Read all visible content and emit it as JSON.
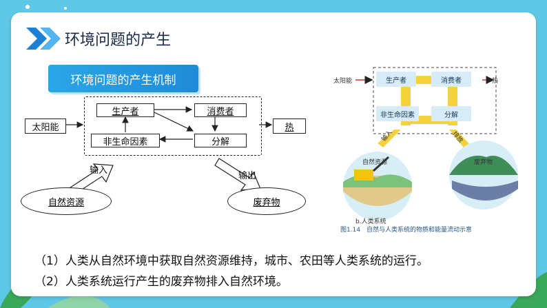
{
  "header": {
    "title": "环境问题的产生",
    "subtitle": "环境问题的产生机制"
  },
  "diagram": {
    "sun": "太阳能",
    "producer": "生产者",
    "consumer": "消费者",
    "abiotic": "非生命因素",
    "decomposer": "分解",
    "heat": "热",
    "input_label": "输入",
    "output_label": "输出",
    "natural_resources": "自然资源",
    "waste": "废弃物"
  },
  "figure": {
    "sun": "太阳能",
    "producer": "生产者",
    "consumer": "消费者",
    "abiotic": "非生命因素",
    "decomposer": "分解",
    "heat": "热",
    "input_tag": "输入",
    "output_tag": "排放",
    "natural_resources": "自然资源",
    "waste": "废弃物",
    "sub_caption": "b.人类系统",
    "caption": "图1.14　自然与人类系统的物质和能量流动示意"
  },
  "body": {
    "line1": "（1）人类从自然环境中获取自然资源维持，城市、农田等人类系统的运行。",
    "line2": "（2）人类系统运行产生的废弃物排入自然环境。"
  }
}
